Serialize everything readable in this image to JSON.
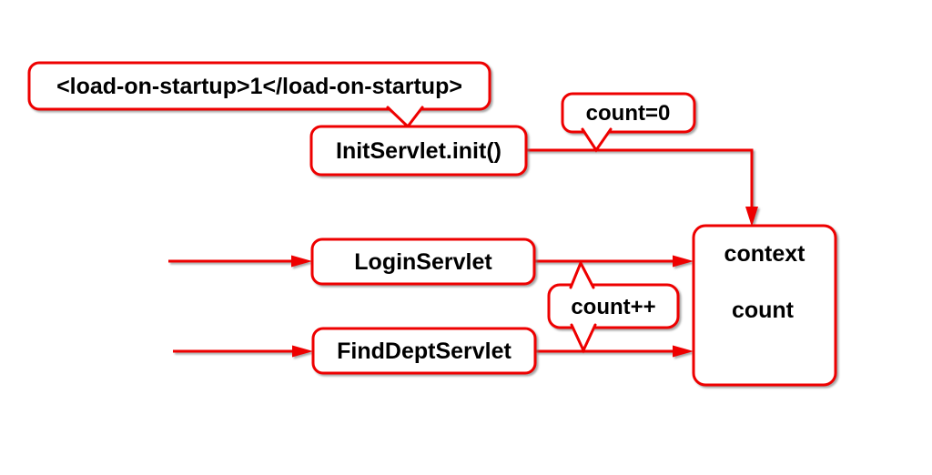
{
  "diagram": {
    "title": "servlet-context-count-flow",
    "colors": {
      "accent": "#ee0000",
      "text": "#000000",
      "background": "#ffffff"
    },
    "nodes": {
      "load_on_startup": {
        "label": "<load-on-startup>1</load-on-startup>",
        "type": "callout-bubble"
      },
      "init_servlet": {
        "label": "InitServlet.init()",
        "type": "box"
      },
      "count0": {
        "label": "count=0",
        "type": "callout-bubble"
      },
      "login_servlet": {
        "label": "LoginServlet",
        "type": "box"
      },
      "find_dept_servlet": {
        "label": "FindDeptServlet",
        "type": "box"
      },
      "count_pp": {
        "label": "count++",
        "type": "callout-bubble"
      },
      "context": {
        "line1": "context",
        "line2": "count",
        "type": "box"
      }
    },
    "edges": [
      {
        "from": "init_servlet",
        "to": "context",
        "annotation": "count=0"
      },
      {
        "from": "left-edge",
        "to": "login_servlet"
      },
      {
        "from": "left-edge",
        "to": "find_dept_servlet"
      },
      {
        "from": "login_servlet",
        "to": "context",
        "annotation": "count++"
      },
      {
        "from": "find_dept_servlet",
        "to": "context",
        "annotation": "count++"
      }
    ]
  }
}
